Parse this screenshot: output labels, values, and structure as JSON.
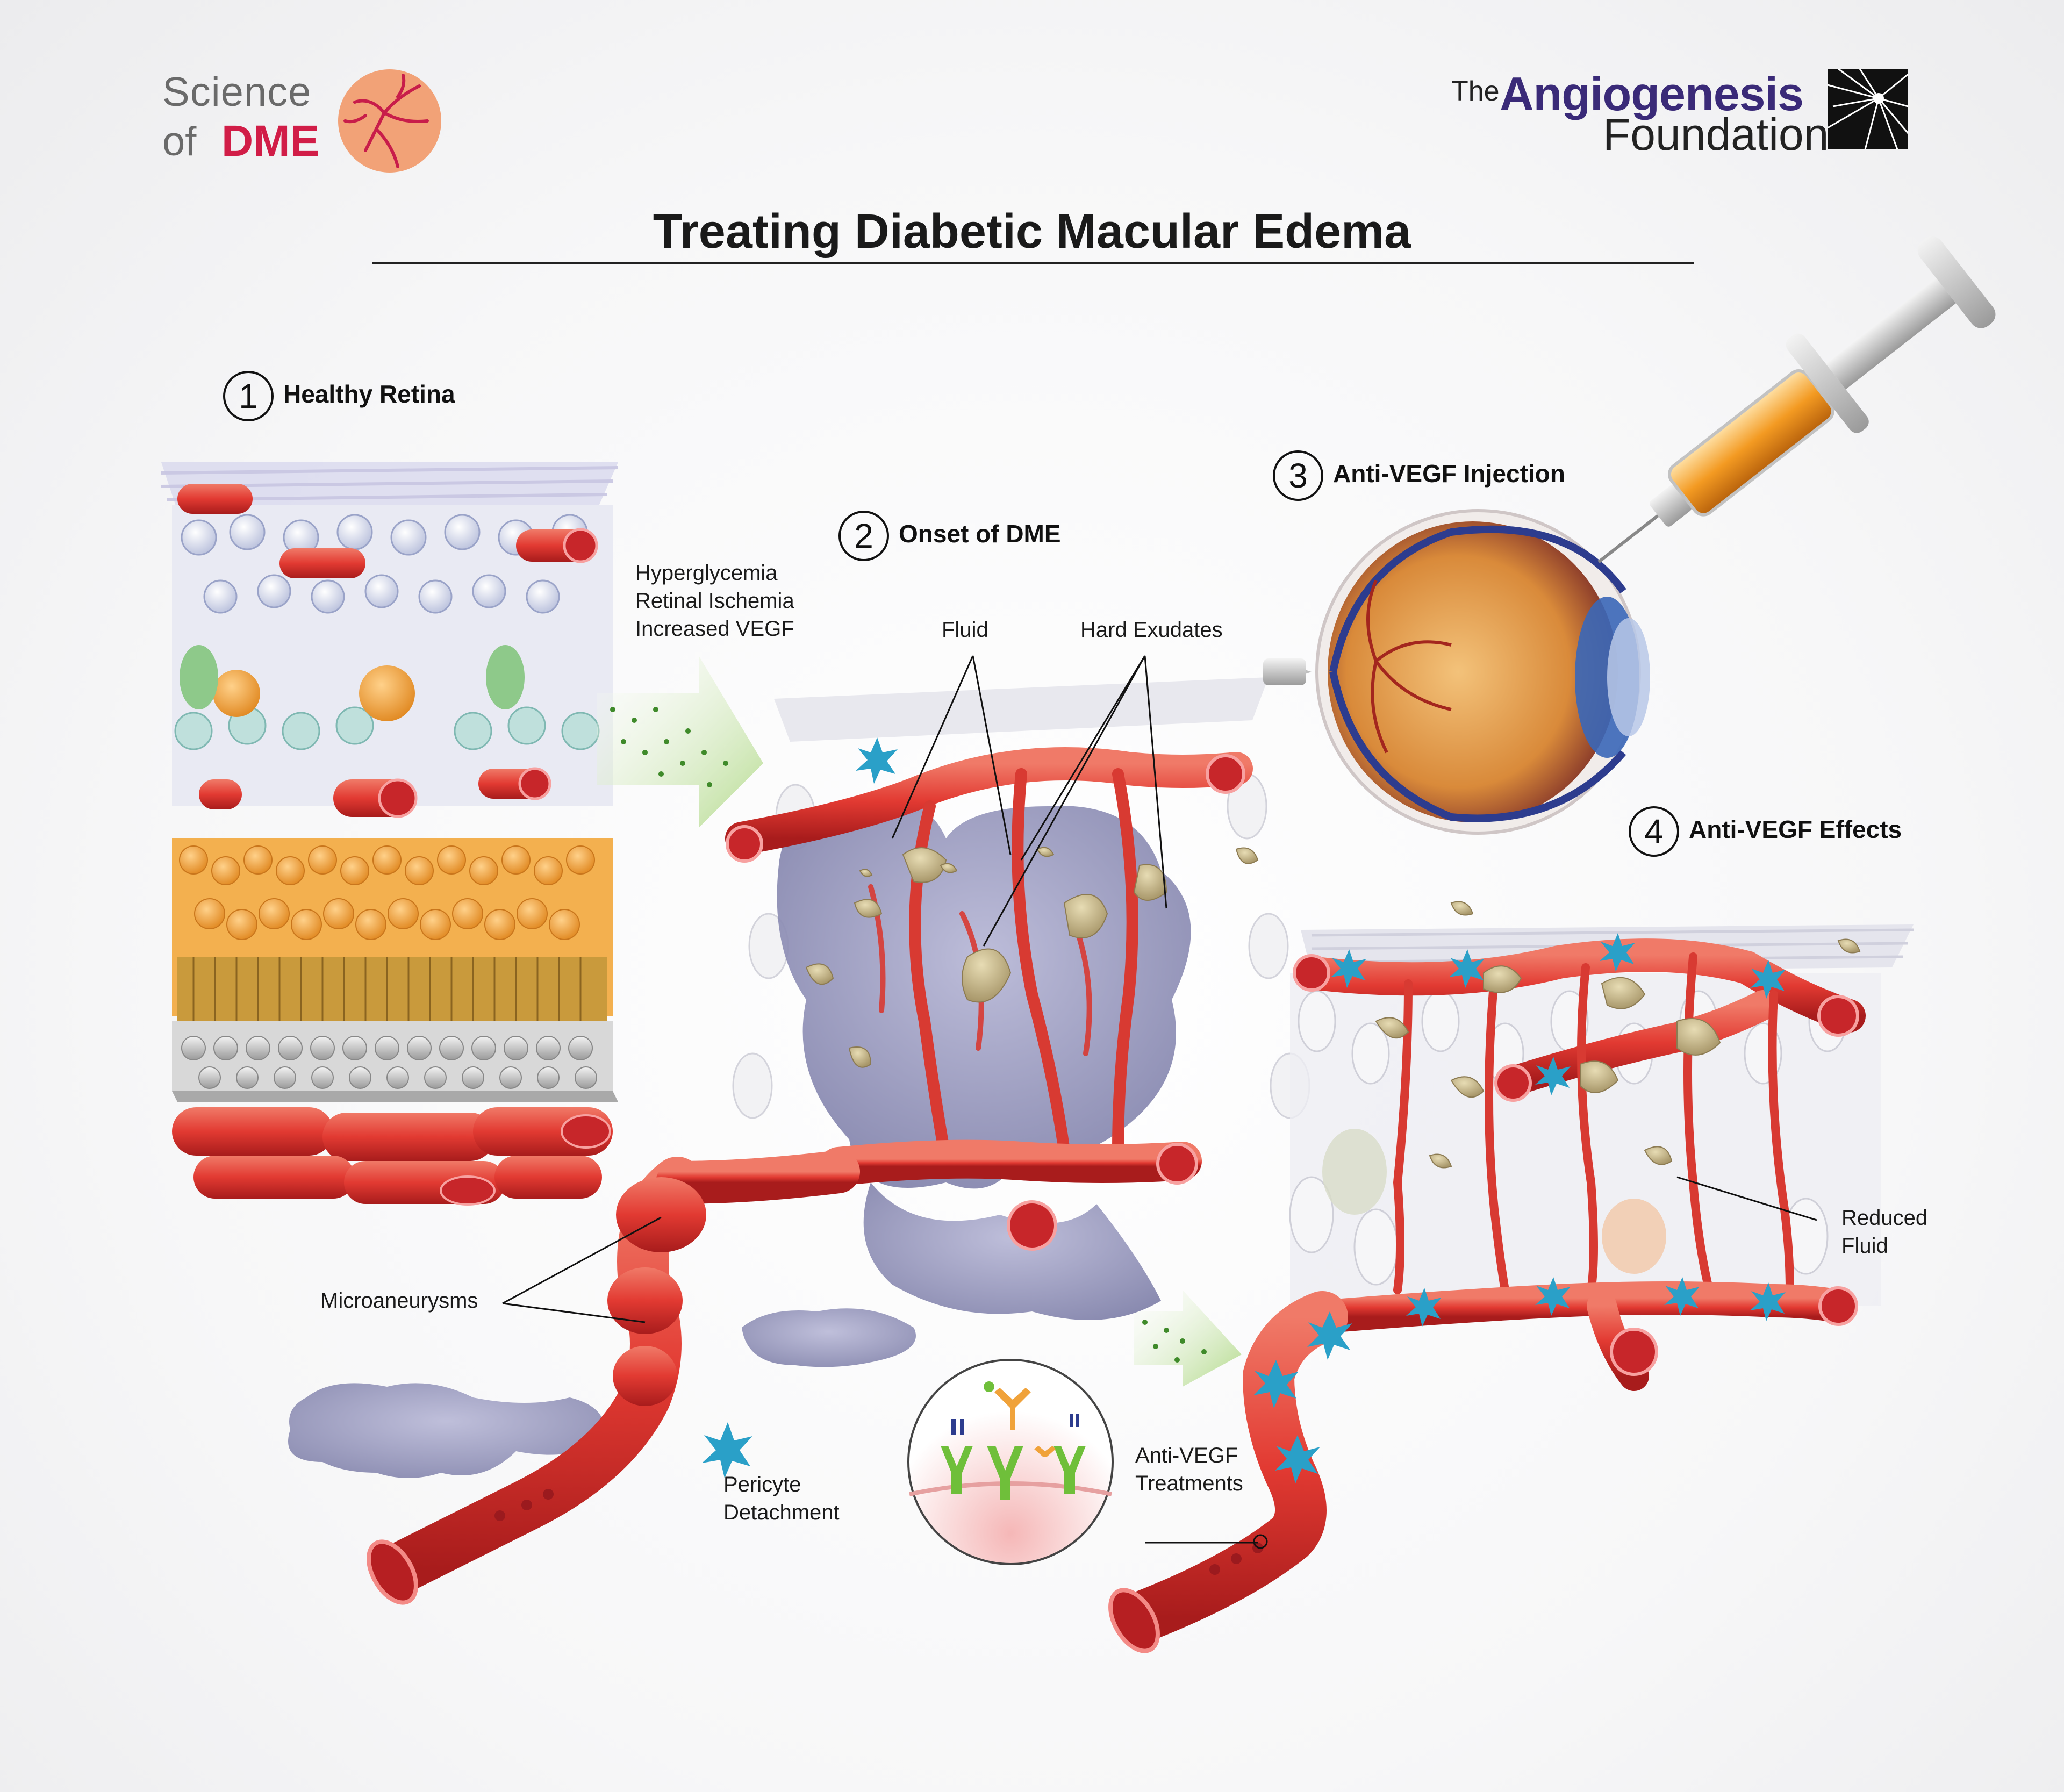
{
  "logo_left": {
    "line1": "Science",
    "line2_of": "of",
    "line2_dme": "DME"
  },
  "logo_right": {
    "the": "The",
    "name": "Angiogenesis",
    "foundation": "Foundation"
  },
  "title": "Treating Diabetic Macular Edema",
  "steps": [
    {
      "number": "1",
      "label": "Healthy Retina"
    },
    {
      "number": "2",
      "label": "Onset of DME"
    },
    {
      "number": "3",
      "label": "Anti-VEGF Injection"
    },
    {
      "number": "4",
      "label": "Anti-VEGF Effects"
    }
  ],
  "causes": [
    "Hyperglycemia",
    "Retinal Ischemia",
    "Increased VEGF"
  ],
  "labels": {
    "fluid": "Fluid",
    "hard_exudates": "Hard Exudates",
    "microaneurysms": "Microaneurysms",
    "pericyte": [
      "Pericyte",
      "Detachment"
    ],
    "anti_vegf_treatments": [
      "Anti-VEGF",
      "Treatments"
    ],
    "reduced_fluid": [
      "Reduced",
      "Fluid"
    ]
  },
  "colors": {
    "brand_red": "#d11d47",
    "brand_purple": "#3a2a78",
    "vessel_red": "#e23a32",
    "fluid_purple": "#8e8fb3",
    "exudate_tan": "#c8b98a",
    "photoreceptor_orange": "#f0a23a",
    "pericyte_blue": "#2aa0c8",
    "arrow_green": "#a8d57a"
  }
}
